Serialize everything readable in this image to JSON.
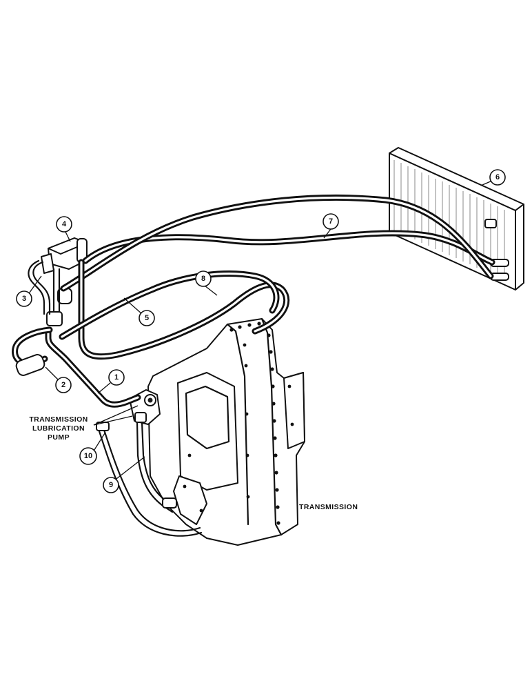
{
  "labels": {
    "pump_line1": "TRANSMISSION",
    "pump_line2": "LUBRICATION",
    "pump_line3": "PUMP",
    "transmission": "TRANSMISSION"
  },
  "callouts": [
    "1",
    "2",
    "3",
    "4",
    "5",
    "6",
    "7",
    "8",
    "9",
    "10"
  ]
}
